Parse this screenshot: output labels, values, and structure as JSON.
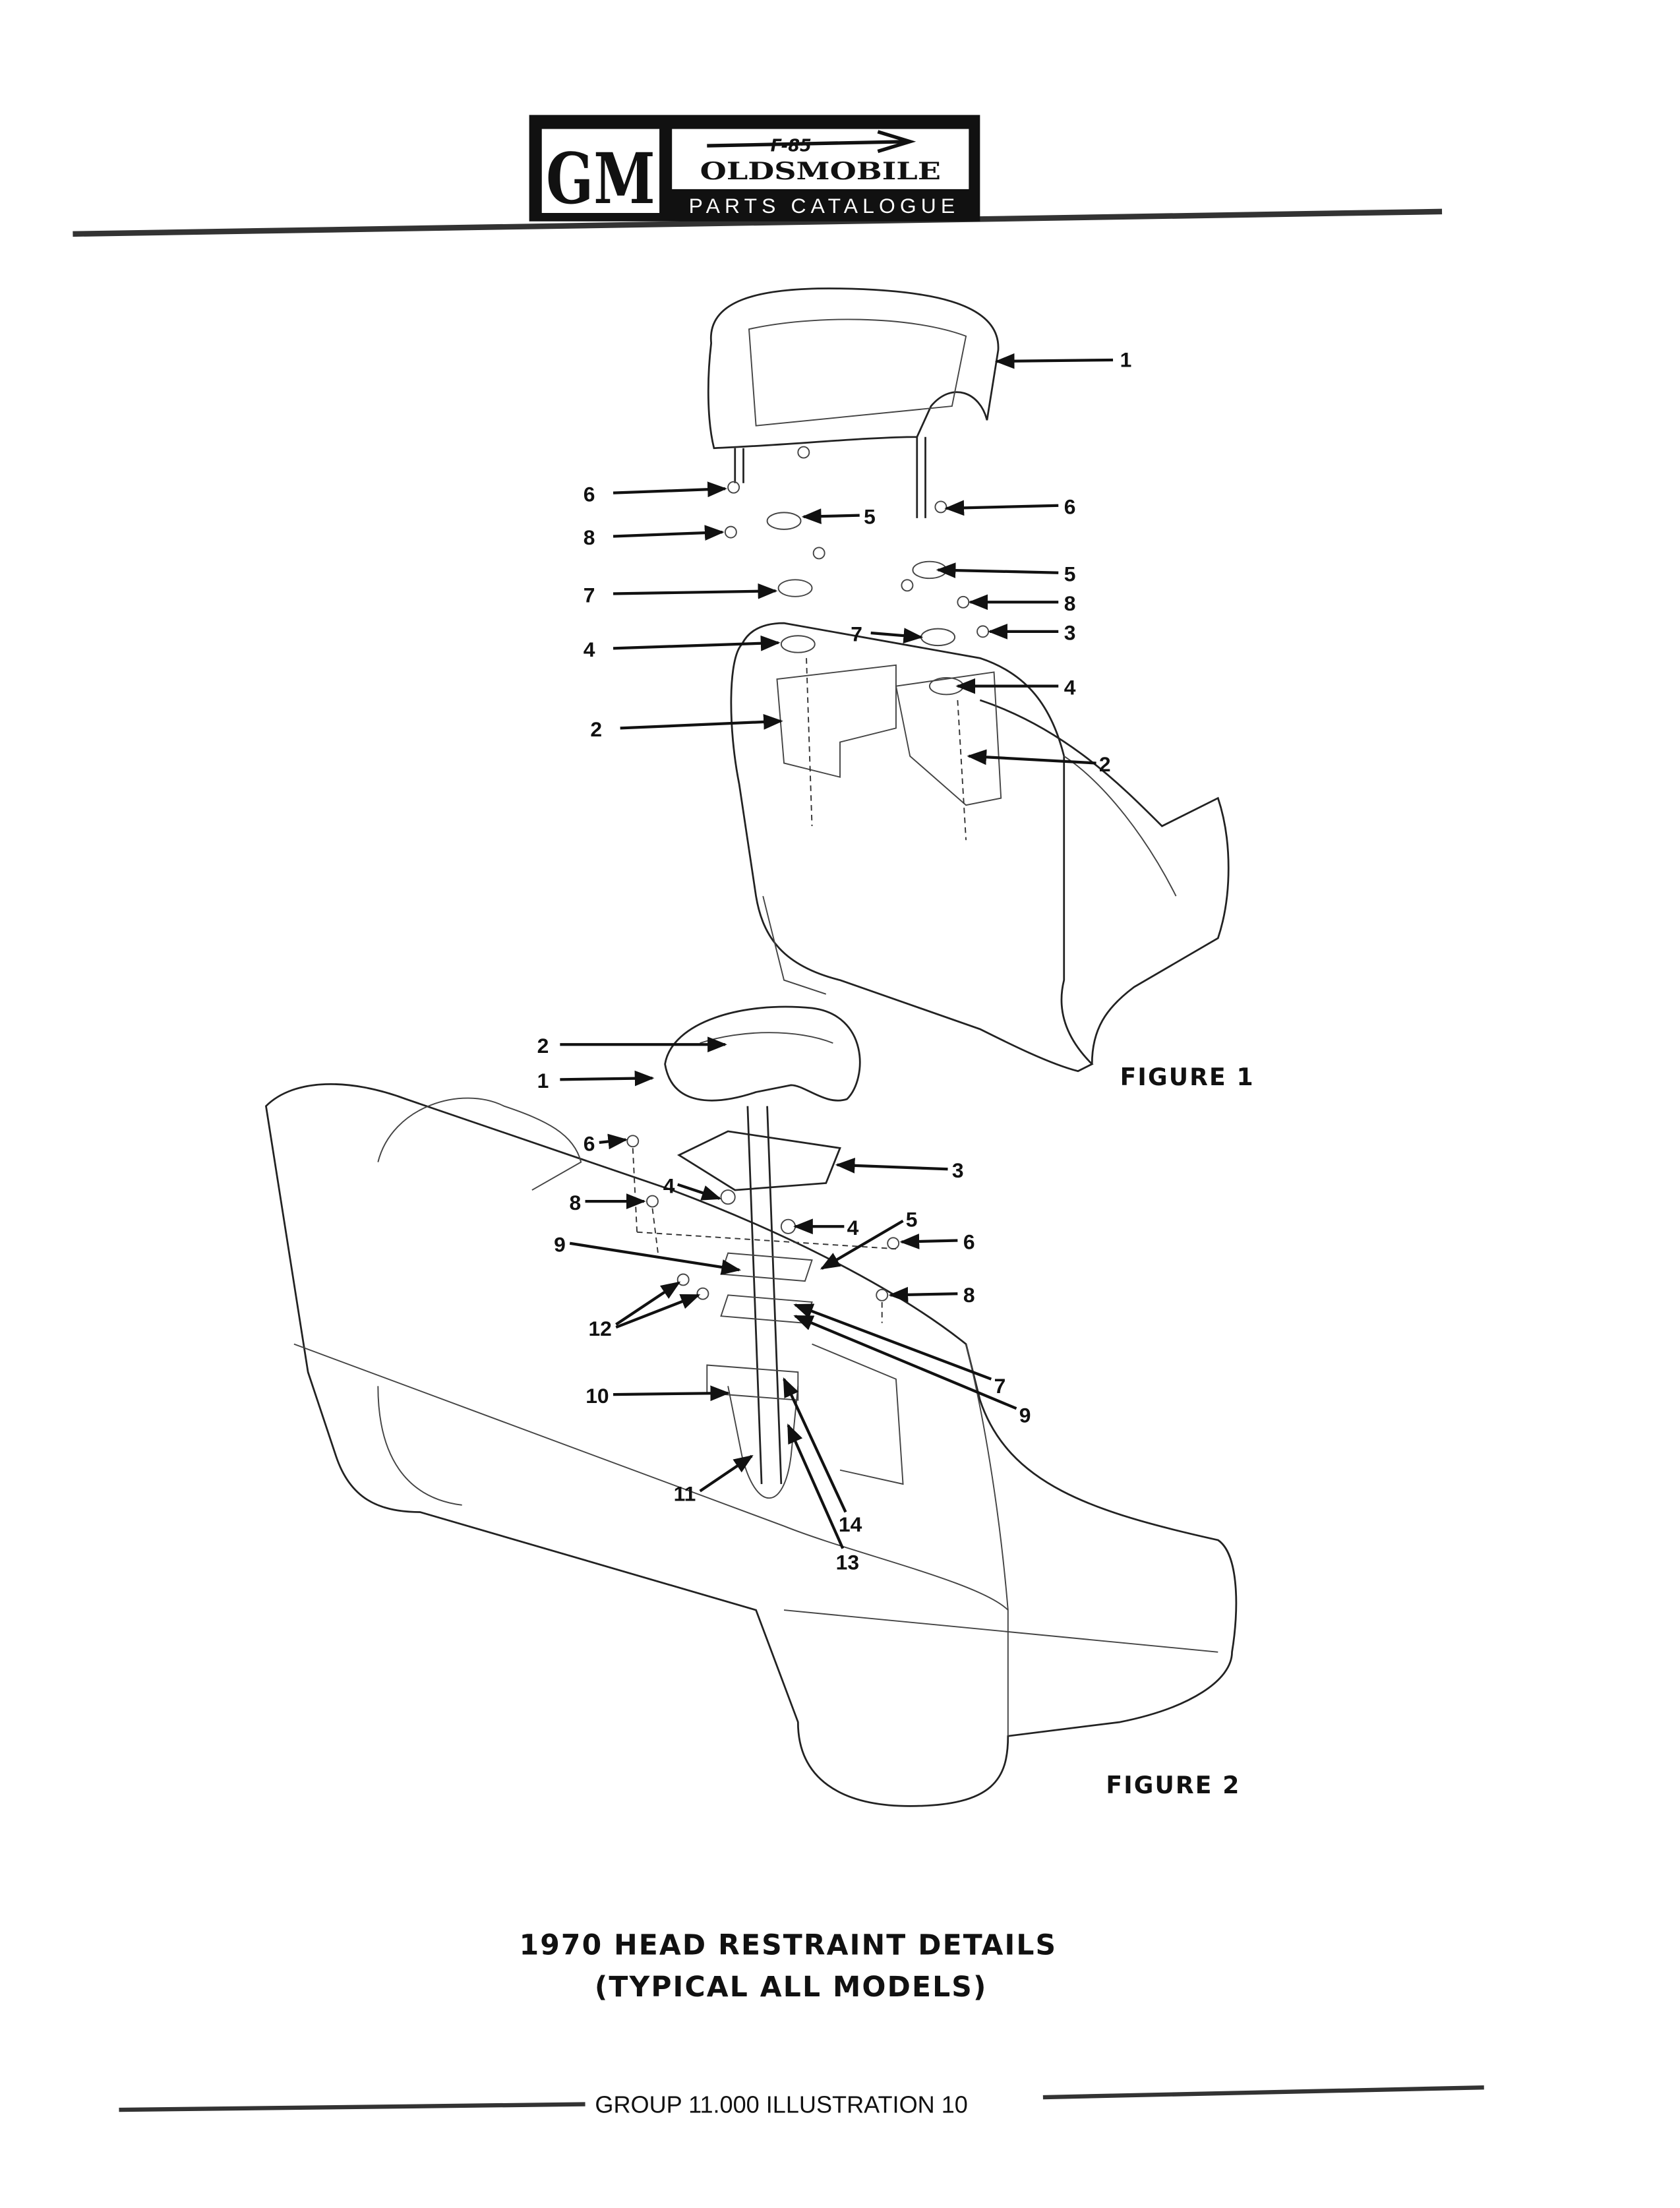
{
  "header": {
    "gm_logo": "GM",
    "model_logo": "F-85",
    "brand": "OLDSMOBILE",
    "subtitle": "PARTS CATALOGUE"
  },
  "figure1": {
    "label": "FIGURE 1",
    "callouts": [
      "1",
      "6",
      "8",
      "7",
      "4",
      "2",
      "5",
      "6",
      "5",
      "8",
      "3",
      "7",
      "4",
      "2"
    ]
  },
  "figure2": {
    "label": "FIGURE 2",
    "callouts": [
      "2",
      "1",
      "6",
      "3",
      "4",
      "8",
      "4",
      "5",
      "6",
      "9",
      "8",
      "12",
      "7",
      "9",
      "10",
      "11",
      "14",
      "13"
    ]
  },
  "title": {
    "line1": "1970 HEAD  RESTRAINT  DETAILS",
    "line2": "(TYPICAL  ALL  MODELS)"
  },
  "footer": {
    "text": "GROUP  11.000  ILLUSTRATION 10"
  }
}
